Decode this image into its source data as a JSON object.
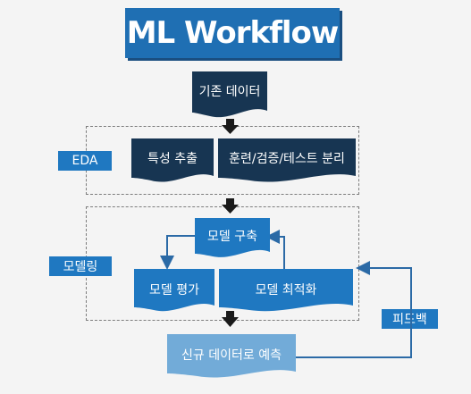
{
  "title": "ML Workflow",
  "nodes": {
    "existing_data": "기존 데이터",
    "feature_extraction": "특성 추출",
    "split": "훈련/검증/테스트 분리",
    "model_build": "모델 구축",
    "model_eval": "모델 평가",
    "model_opt": "모델 최적화",
    "predict_new": "신규 데이터로 예측"
  },
  "labels": {
    "eda": "EDA",
    "modeling": "모델링",
    "feedback": "피드백"
  },
  "colors": {
    "title_bg": "#1f6fb3",
    "dark_node": "#173552",
    "blue_node": "#1f78c1",
    "light_node": "#72abd8"
  }
}
